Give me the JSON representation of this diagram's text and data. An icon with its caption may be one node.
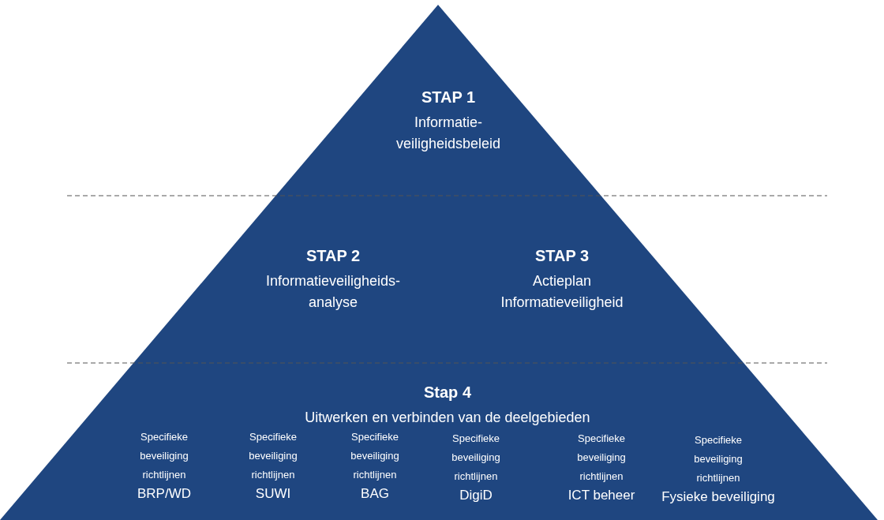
{
  "diagram": {
    "nodes": [
      {
        "text": [
          "STAP 1",
          "Informatie- veiligheidsbeleid"
        ]
      },
      {
        "text": [
          "STAP 2",
          "Informatieveiligheids- analyse"
        ]
      },
      {
        "text": [
          "STAP 3",
          "Actieplan Informatieveiligheid"
        ]
      },
      {
        "text": [
          "Stap 4",
          "Uitwerken en verbinden van de deelgebieden"
        ]
      },
      {
        "text": [
          "Specifieke beveiliging richtlijnen",
          "BRP/WD"
        ]
      },
      {
        "text": [
          "Specifieke beveiliging richtlijnen",
          "SUWI"
        ]
      },
      {
        "text": [
          "Specifieke beveiliging richtlijnen",
          "BAG"
        ]
      },
      {
        "text": [
          "Specifieke beveiliging richtlijnen",
          "DigiD"
        ]
      },
      {
        "text": [
          "Specifieke beveiliging richtlijnen",
          "ICT beheer"
        ]
      },
      {
        "text": [
          "Specifieke beveiliging richtlijnen",
          "Fysieke beveiliging"
        ]
      }
    ]
  }
}
